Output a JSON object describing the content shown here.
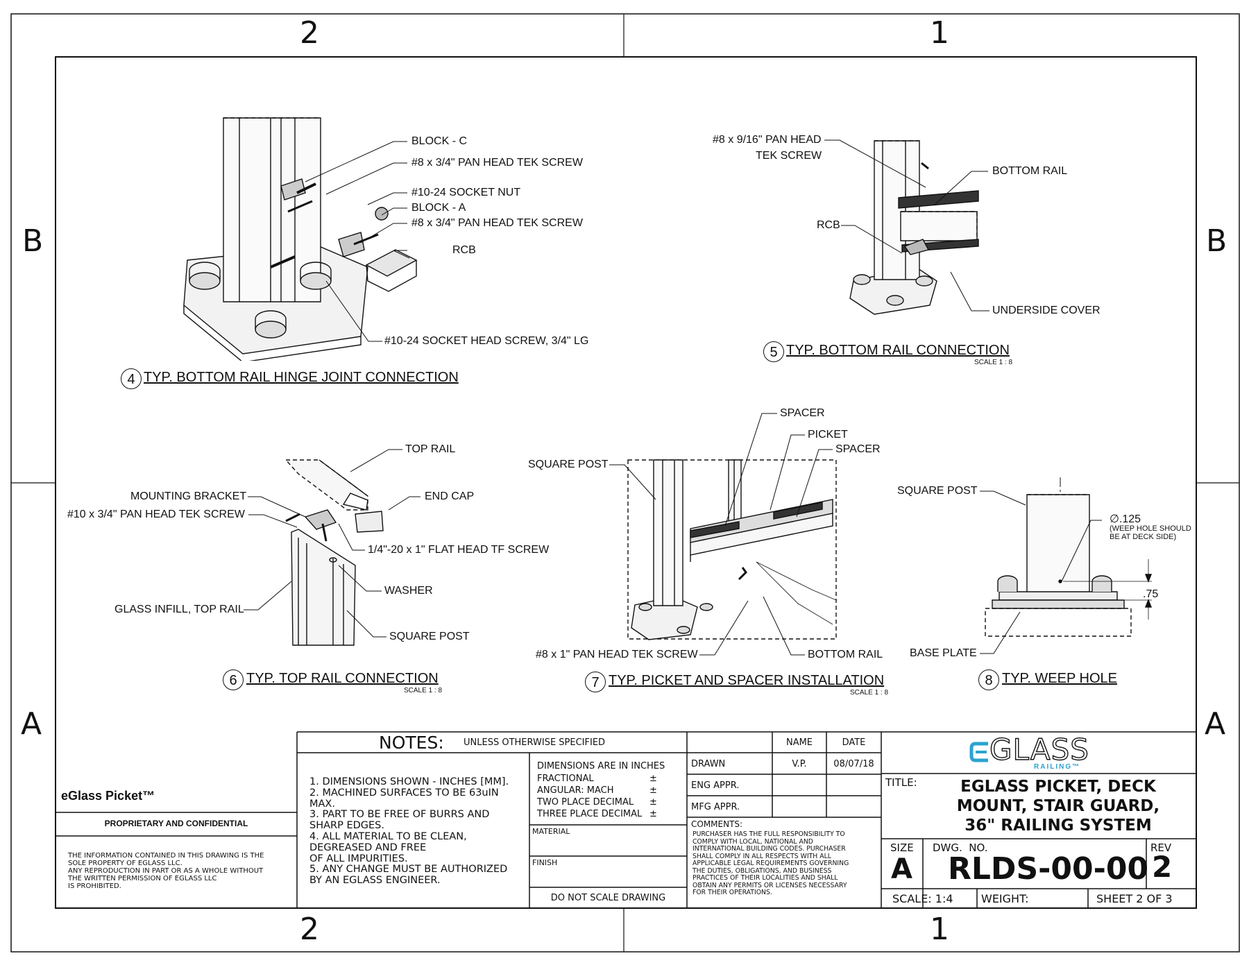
{
  "zones": {
    "top_left": "2",
    "top_right": "1",
    "bottom_left": "2",
    "bottom_right": "1",
    "left_upper": "B",
    "left_lower": "A",
    "right_upper": "B",
    "right_lower": "A"
  },
  "view4": {
    "number": "4",
    "title": "TYP.  BOTTOM RAIL HINGE JOINT CONNECTION",
    "callouts": [
      "BLOCK - C",
      "#8 x 3/4\" PAN HEAD TEK SCREW",
      "#10-24 SOCKET NUT",
      "BLOCK - A",
      "#8 x 3/4\" PAN HEAD TEK SCREW",
      "RCB",
      "#10-24 SOCKET HEAD SCREW, 3/4\" LG"
    ]
  },
  "view5": {
    "number": "5",
    "title": "TYP. BOTTOM RAIL CONNECTION",
    "scale": "SCALE 1 : 8",
    "callouts": [
      "#8 x 9/16\" PAN HEAD",
      "TEK SCREW",
      "BOTTOM RAIL",
      "RCB",
      "UNDERSIDE COVER"
    ]
  },
  "view6": {
    "number": "6",
    "title": "TYP. TOP RAIL CONNECTION",
    "scale": "SCALE 1 : 8",
    "callouts": [
      "TOP RAIL",
      "MOUNTING BRACKET",
      "END CAP",
      "#10 x 3/4\" PAN HEAD TEK SCREW",
      "1/4\"-20  x 1\" FLAT HEAD TF SCREW",
      "WASHER",
      "GLASS INFILL, TOP RAIL",
      "SQUARE POST"
    ]
  },
  "view7": {
    "number": "7",
    "title": "TYP. PICKET AND SPACER INSTALLATION",
    "scale": "SCALE 1 : 8",
    "callouts": [
      "SPACER",
      "PICKET",
      "SPACER",
      "SQUARE POST",
      "#8 x 1\" PAN HEAD TEK SCREW",
      "BOTTOM RAIL"
    ]
  },
  "view8": {
    "number": "8",
    "title": "TYP. WEEP HOLE",
    "callouts": [
      "SQUARE POST",
      "∅.125",
      "(WEEP HOLE SHOULD",
      "BE AT DECK SIDE)",
      ".75",
      "BASE PLATE"
    ]
  },
  "titleblock": {
    "product": "eGlass Picket™",
    "proprietary_heading": "PROPRIETARY AND CONFIDENTIAL",
    "proprietary_text": [
      "THE INFORMATION CONTAINED IN THIS DRAWING IS THE",
      "SOLE PROPERTY OF EGLASS LLC.",
      "ANY REPRODUCTION IN PART OR AS A WHOLE WITHOUT",
      "THE WRITTEN PERMISSION OF EGLASS LLC",
      "IS PROHIBITED."
    ],
    "notes_heading": "NOTES:",
    "notes_sub": "UNLESS OTHERWISE SPECIFIED",
    "notes": [
      "1. DIMENSIONS SHOWN - INCHES [MM].",
      "2. MACHINED SURFACES TO BE 63uIN",
      "MAX.",
      "3. PART TO BE FREE OF BURRS AND",
      "SHARP EDGES.",
      "4. ALL MATERIAL TO BE CLEAN,",
      "DEGREASED AND FREE",
      "OF ALL IMPURITIES.",
      "5. ANY CHANGE MUST BE AUTHORIZED",
      "BY AN EGLASS ENGINEER."
    ],
    "tolerances": {
      "heading": "DIMENSIONS ARE IN INCHES",
      "rows": [
        [
          "FRACTIONAL",
          "±"
        ],
        [
          "ANGULAR: MACH",
          "±"
        ],
        [
          "TWO PLACE DECIMAL",
          "±"
        ],
        [
          "THREE PLACE DECIMAL",
          "±"
        ]
      ]
    },
    "material_label": "MATERIAL",
    "finish_label": "FINISH",
    "do_not_scale": "DO NOT SCALE DRAWING",
    "name_header": "NAME",
    "date_header": "DATE",
    "approvals": [
      {
        "label": "DRAWN",
        "name": "V.P.",
        "date": "08/07/18"
      },
      {
        "label": "ENG APPR.",
        "name": "",
        "date": ""
      },
      {
        "label": "MFG APPR.",
        "name": "",
        "date": ""
      }
    ],
    "comments_label": "COMMENTS:",
    "comments": [
      "PURCHASER HAS THE FULL RESPONSIBILITY TO",
      "COMPLY WITH LOCAL, NATIONAL AND",
      "INTERNATIONAL BUILDING CODES. PURCHASER",
      "SHALL COMPLY IN ALL RESPECTS WITH ALL",
      "APPLICABLE LEGAL REQUIREMENTS GOVERNING",
      "THE DUTIES, OBLIGATIONS, AND BUSINESS",
      "PRACTICES OF THEIR LOCALITIES AND SHALL",
      "OBTAIN ANY PERMITS OR LICENSES NECESSARY",
      "FOR THEIR OPERATIONS."
    ],
    "logo_text": "GLASS",
    "logo_sub": "RAILING™",
    "title_label": "TITLE:",
    "title_lines": [
      "EGLASS PICKET, DECK",
      "MOUNT, STAIR GUARD,",
      "36\" RAILING SYSTEM"
    ],
    "size_label": "SIZE",
    "size": "A",
    "dwg_label": "DWG.  NO.",
    "dwg_no": "RLDS-00-00",
    "rev_label": "REV",
    "rev": "2",
    "scale": "SCALE: 1:4",
    "weight": "WEIGHT:",
    "sheet": "SHEET 2 OF 3",
    "colors": {
      "logo_blue": "#2aa3cf",
      "line": "#111111"
    }
  }
}
